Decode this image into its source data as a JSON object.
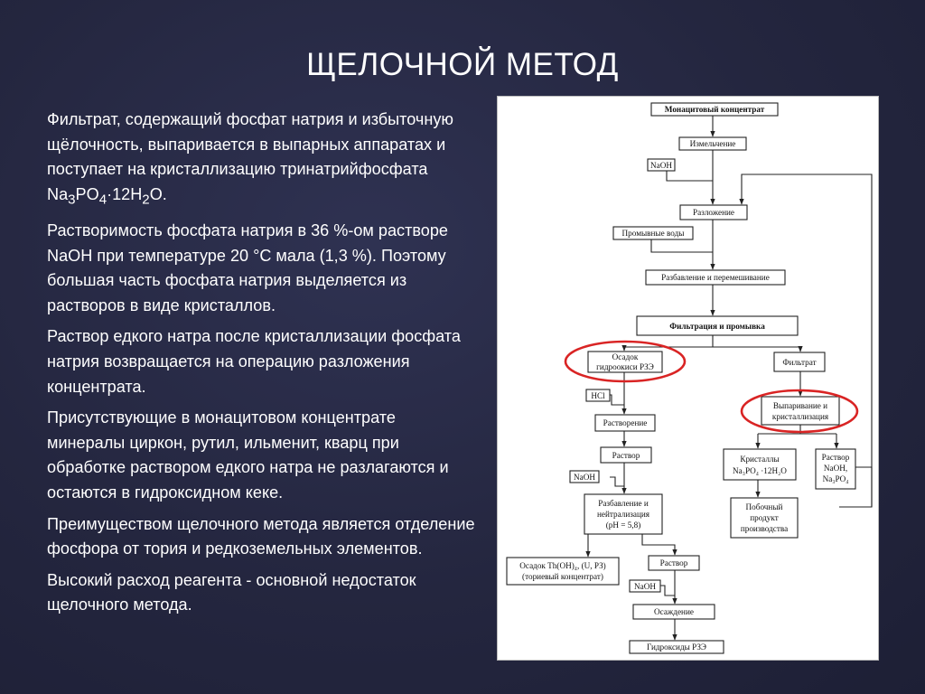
{
  "slide": {
    "title": "ЩЕЛОЧНОЙ МЕТОД",
    "paragraphs": {
      "p1_text": "Фильтрат, содержащий фосфат натрия и избыточную щёлочность, выпаривается в выпарных аппаратах и поступает на кристаллизацию тринатрийфосфата ",
      "p1_formula": {
        "a": "Na",
        "s1": "3",
        "b": "PO",
        "s2": "4",
        "c": "·12H",
        "s3": "2",
        "d": "O."
      },
      "p2": "Растворимость фосфата натрия в 36 %-ом растворе NaOH при температуре 20 °С мала (1,3 %). Поэтому большая часть фосфата натрия выделяется из растворов в виде кристаллов.",
      "p3": "Раствор едкого натра после кристаллизации фосфата натрия возвращается на операцию разложения концентрата.",
      "p4": "Присутствующие в монацитовом концентрате минералы циркон, рутил, ильменит, кварц при обработке раствором едкого натра не разлагаются и остаются в гидроксидном кеке.",
      "p5": "Преимуществом щелочного метода является отделение фосфора от тория и редкоземельных элементов.",
      "p6": "Высокий расход реагента - основной недостаток щелочного метода."
    }
  },
  "diagram": {
    "monazite": "Монацитовый концентрат",
    "grinding": "Измельчение",
    "naoh": "NaOH",
    "decomposition": "Разложение",
    "wash_water": "Промывные воды",
    "dilution_mixing": "Разбавление и перемешивание",
    "filtration_washing": "Фильтрация и промывка",
    "precipitate_line1": "Осадок",
    "precipitate_line2": "гидроокиси РЗЭ",
    "filtrate": "Фильтрат",
    "hcl": "HCl",
    "dissolution": "Растворение",
    "evap_line1": "Выпаривание и",
    "evap_line2": "кристаллизация",
    "solution": "Раствор",
    "crystals_line1": "Кристаллы",
    "crystals_line2": "Na₃PO₄ ·12H₂O",
    "sol2_line1": "Раствор",
    "sol2_line2": "NaOH,",
    "sol2_line3": "Na₃PO₄",
    "naoh2": "NaOH",
    "neutral_line1": "Разбавление и",
    "neutral_line2": "нейтрализация",
    "neutral_line3": "(рН = 5,8)",
    "byproduct_line1": "Побочный",
    "byproduct_line2": "продукт",
    "byproduct_line3": "производства",
    "thorium_line1": "Осадок Th(OH)₄, (U, РЗ)",
    "thorium_line2": "(ториевый концентрат)",
    "solution3": "Раствор",
    "naoh3": "NaOH",
    "precipitation": "Осаждение",
    "ree_hydroxides": "Гидроксиды РЗЭ"
  }
}
